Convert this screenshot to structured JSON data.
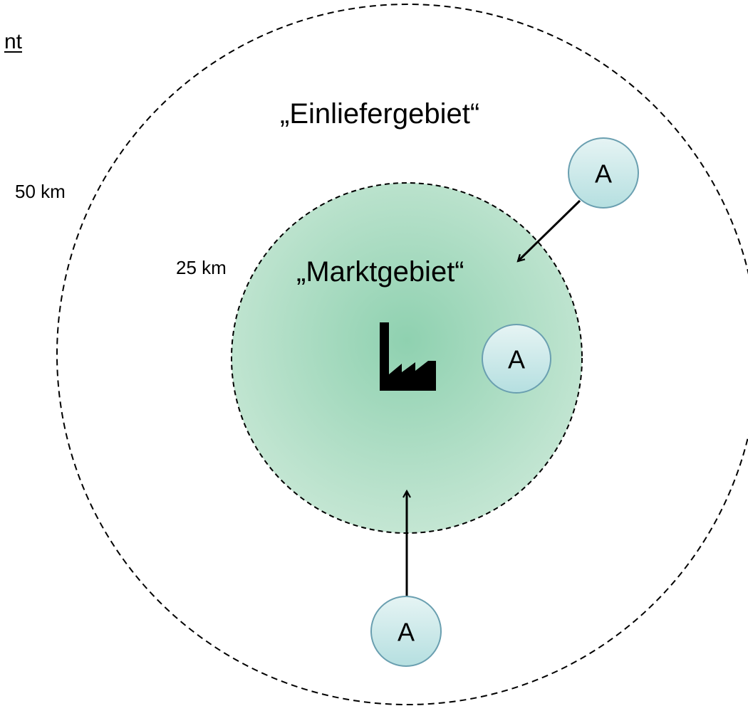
{
  "title_fragment": "nt",
  "areas": {
    "outer_label": "„Einliefergebiet“",
    "inner_label": "„Marktgebiet“"
  },
  "radii": {
    "outer": "50 km",
    "inner": "25 km"
  },
  "nodes": [
    {
      "id": "top-right",
      "letter": "A"
    },
    {
      "id": "inner-right",
      "letter": "A"
    },
    {
      "id": "bottom",
      "letter": "A"
    }
  ],
  "center_icon": "factory-icon",
  "colors": {
    "inner_area_center": "#8fd1b0",
    "inner_area_edge": "#c4e6d3",
    "node_fill_top": "#e6f4f4",
    "node_fill_bottom": "#b5dfe0",
    "node_stroke": "#6a9fb0",
    "ring_stroke": "#000000"
  }
}
